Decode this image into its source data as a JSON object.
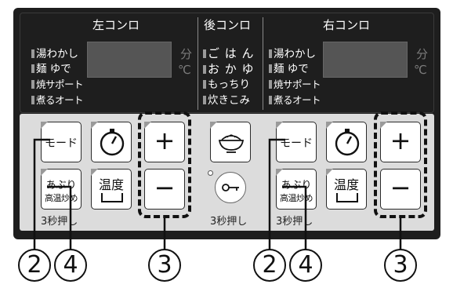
{
  "panel": {
    "left": {
      "title": "左コンロ",
      "menu": [
        "湯わかし",
        "麺 ゆで",
        "焼サポート",
        "煮るオート"
      ],
      "unit_min": "分",
      "unit_temp": "℃",
      "mode_label": "モード",
      "aburi_line1": "あぶり",
      "aburi_line2": "高温炒め",
      "temp_label": "温度",
      "plus": "+",
      "minus": "−",
      "hold_note": "3秒押し"
    },
    "center": {
      "title": "後コンロ",
      "menu": [
        "ご は ん",
        "お か ゆ",
        "もっちり",
        "炊きこみ"
      ],
      "hold_note": "3秒押し"
    },
    "right": {
      "title": "右コンロ",
      "menu": [
        "湯わかし",
        "麺 ゆで",
        "焼サポート",
        "煮るオート"
      ],
      "unit_min": "分",
      "unit_temp": "℃",
      "mode_label": "モード",
      "aburi_line1": "あぶり",
      "aburi_line2": "高温炒め",
      "temp_label": "温度",
      "plus": "+",
      "minus": "−",
      "hold_note": "3秒押し"
    }
  },
  "callouts": {
    "left_mode": "2",
    "left_aburi": "4",
    "left_plusminus": "3",
    "right_mode": "2",
    "right_aburi": "4",
    "right_plusminus": "3"
  },
  "colors": {
    "panel_dark": "#1f1f1f",
    "panel_light": "#dcdcdc",
    "display": "#555555"
  }
}
